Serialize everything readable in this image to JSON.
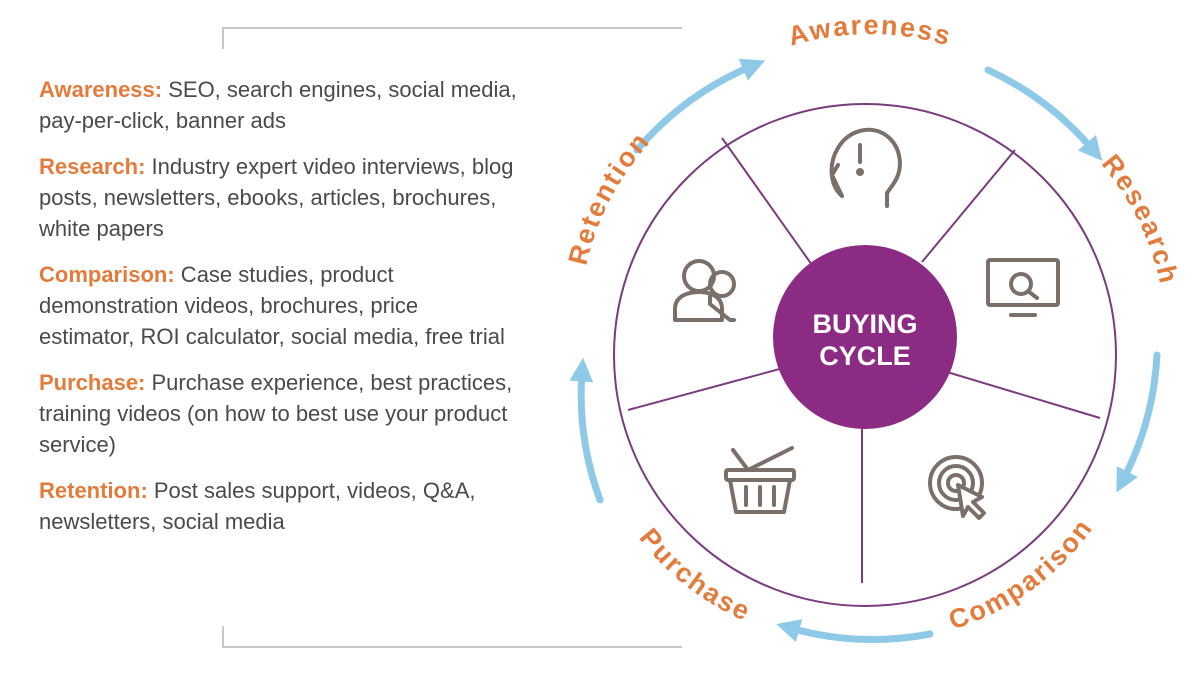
{
  "descriptions": [
    {
      "stage": "Awareness:",
      "text": " SEO, search engines, social media, pay-per-click, banner ads"
    },
    {
      "stage": "Research:",
      "text": " Industry expert video interviews, blog posts, newsletters, ebooks, articles, brochures, white papers"
    },
    {
      "stage": "Comparison:",
      "text": " Case studies, product demonstration videos, brochures, price estimator, ROI calculator, social media, free trial"
    },
    {
      "stage": "Purchase:",
      "text": " Purchase experience, best practices, training videos (on how to best use your product service)"
    },
    {
      "stage": "Retention:",
      "text": " Post sales support, videos, Q&A, newsletters, social media"
    }
  ],
  "cycle": {
    "center_line1": "BUYING",
    "center_line2": "CYCLE",
    "stages": [
      "Awareness",
      "Research",
      "Comparison",
      "Purchase",
      "Retention"
    ],
    "icons": [
      "head-exclamation-icon",
      "monitor-search-icon",
      "target-cursor-icon",
      "shopping-basket-icon",
      "users-icon"
    ]
  },
  "colors": {
    "accent_orange": "#e27b3c",
    "center_purple": "#8b2b83",
    "ring_purple": "#7a3b7f",
    "arrow_blue": "#8ecae8",
    "icon_gray": "#7b7069",
    "text_gray": "#4a4a4a"
  }
}
